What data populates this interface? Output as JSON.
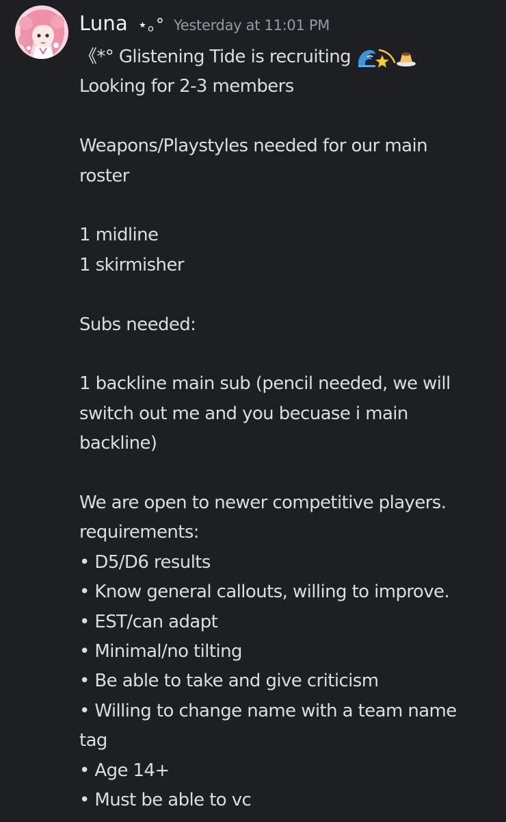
{
  "message": {
    "author": {
      "username": "Luna",
      "username_decoration": "⋆｡°",
      "timestamp": "Yesterday at 11:01 PM",
      "avatar_icon": "anime-girl-pink-hair-avatar"
    },
    "title_line": "《*° Glistening Tide is recruiting",
    "title_emojis": [
      "wave-emoji",
      "shooting-star-emoji",
      "flan-pudding-emoji"
    ],
    "lines": [
      "Looking for 2-3 members",
      "",
      "Weapons/Playstyles needed for our main",
      "roster",
      "",
      "1 midline",
      "1 skirmisher",
      "",
      "Subs needed:",
      "",
      "1 backline main sub (pencil needed, we will",
      "switch out me and you becuase i main",
      "backline)",
      "",
      "We are open to newer competitive players.",
      "requirements:",
      "• D5/D6 results",
      "• Know general callouts, willing to improve.",
      "• EST/can adapt",
      "• Minimal/no tilting",
      "• Be able to take and give criticism",
      "• Willing to change name with a team name",
      "tag",
      "• Age 14+",
      "• Must be able to vc"
    ]
  },
  "colors": {
    "background": "#1e1f22",
    "username": "#f2f3f5",
    "timestamp": "#949ba4",
    "text": "#dbdee1"
  }
}
